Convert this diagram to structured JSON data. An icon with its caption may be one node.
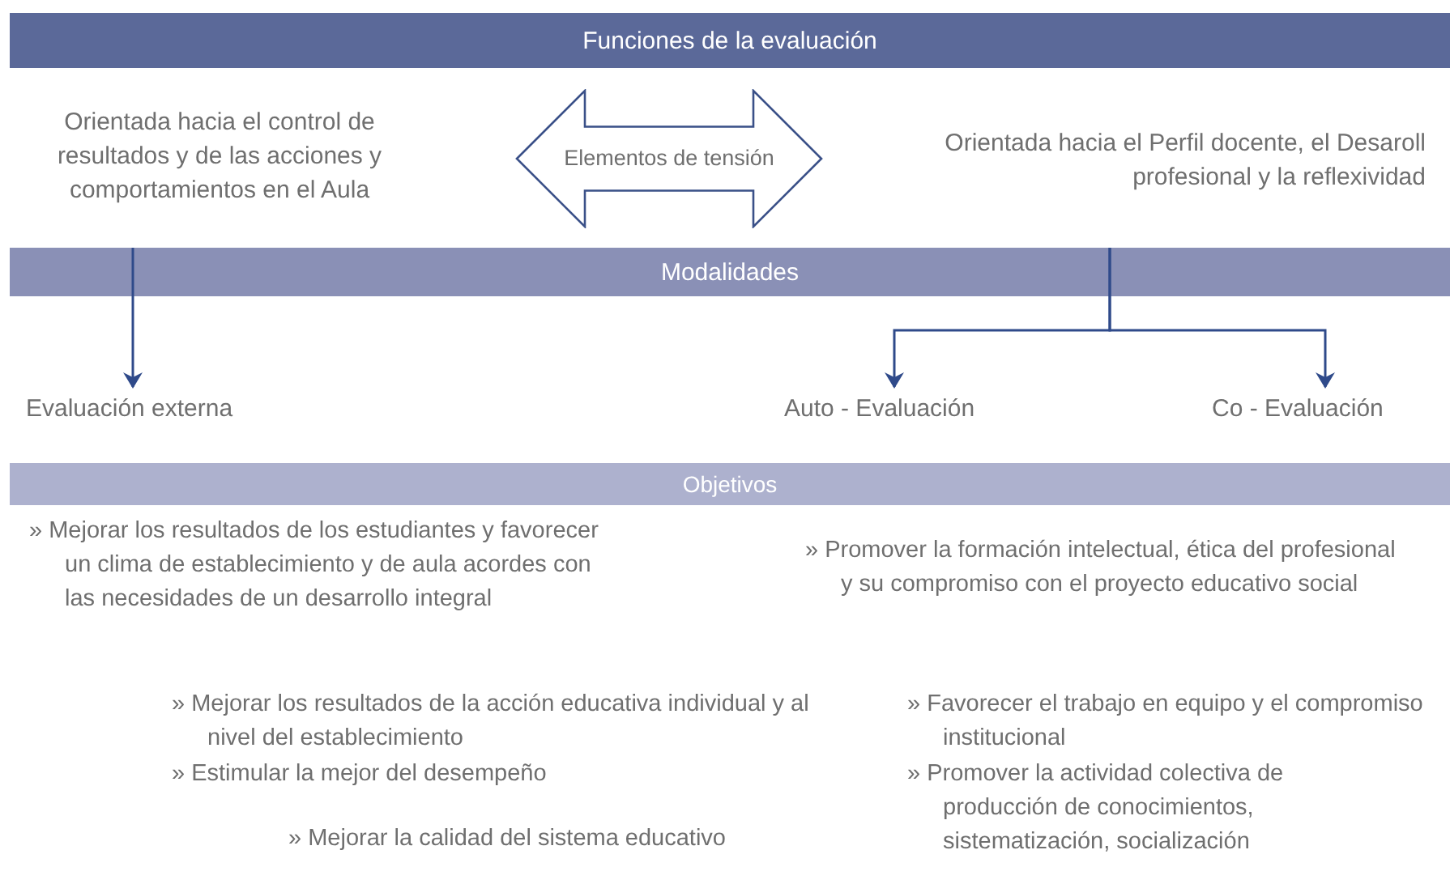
{
  "diagram": {
    "nodes": [
      {
        "text": [
          "Funciones de la evaluación"
        ]
      },
      {
        "text": [
          "Orientada hacia el control de resultados y de las acciones y comportamientos en el Aula"
        ]
      },
      {
        "text": [
          "Elementos de tensión"
        ]
      },
      {
        "text": [
          "Orientada hacia el Perfil docente, el Desaroll profesional y la reflexividad"
        ]
      },
      {
        "text": [
          "Modalidades"
        ]
      },
      {
        "text": [
          "Evaluación externa"
        ]
      },
      {
        "text": [
          "Auto - Evaluación"
        ]
      },
      {
        "text": [
          "Co - Evaluación"
        ]
      },
      {
        "text": [
          "Objetivos"
        ]
      }
    ],
    "edges": [
      {
        "from": 4,
        "to": 5,
        "arrow": "to"
      },
      {
        "from": 4,
        "to": 6,
        "arrow": "to"
      },
      {
        "from": 4,
        "to": 7,
        "arrow": "to"
      }
    ],
    "labels": [
      "» Mejorar los resultados de los estudiantes y favorecer un clima de establecimiento y de aula acordes con las necesidades de un desarrollo integral",
      "» Promover la formación intelectual, ética del profesional y su compromiso con el proyecto educativo social",
      "» Mejorar los resultados de la acción educativa individual y al nivel del establecimiento",
      "» Favorecer el trabajo en equipo y el compromiso institucional",
      "» Estimular la mejor del desempeño",
      "» Promover la actividad colectiva de producción de conocimientos, sistematización, socialización",
      "» Mejorar la calidad del sistema educativo"
    ]
  }
}
